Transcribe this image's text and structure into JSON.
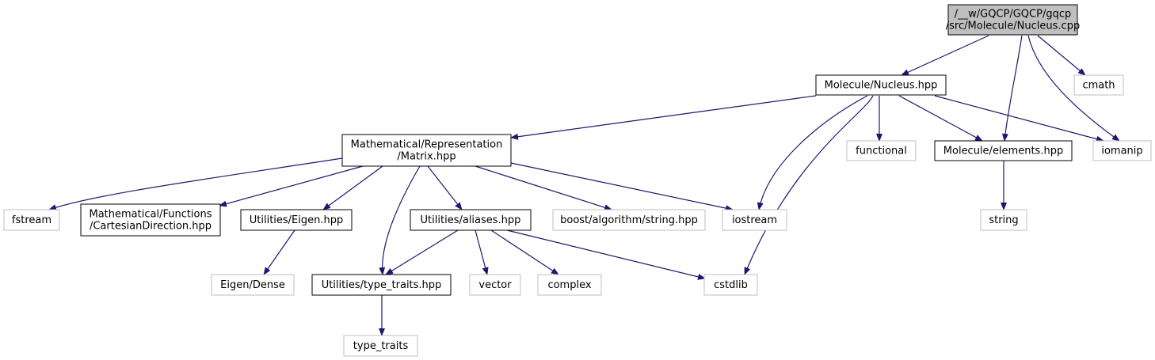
{
  "colors": {
    "edge": "#191970",
    "root_fill": "#bfbfbf",
    "node_border": "#000000",
    "external_border": "#bfbfbf",
    "text": "#000000",
    "background": "#ffffff"
  },
  "nodes": [
    {
      "id": "nucleus_cpp",
      "lines": [
        "/__w/GQCP/GQCP/gqcp",
        "/src/Molecule/Nucleus.cpp"
      ],
      "kind": "root"
    },
    {
      "id": "nucleus_hpp",
      "lines": [
        "Molecule/Nucleus.hpp"
      ],
      "kind": "project"
    },
    {
      "id": "cmath",
      "lines": [
        "cmath"
      ],
      "kind": "external"
    },
    {
      "id": "matrix_hpp",
      "lines": [
        "Mathematical/Representation",
        "/Matrix.hpp"
      ],
      "kind": "project"
    },
    {
      "id": "functional",
      "lines": [
        "functional"
      ],
      "kind": "external"
    },
    {
      "id": "elements_hpp",
      "lines": [
        "Molecule/elements.hpp"
      ],
      "kind": "project"
    },
    {
      "id": "iomanip",
      "lines": [
        "iomanip"
      ],
      "kind": "external"
    },
    {
      "id": "fstream",
      "lines": [
        "fstream"
      ],
      "kind": "external"
    },
    {
      "id": "cartesian_hpp",
      "lines": [
        "Mathematical/Functions",
        "/CartesianDirection.hpp"
      ],
      "kind": "project"
    },
    {
      "id": "eigen_hpp",
      "lines": [
        "Utilities/Eigen.hpp"
      ],
      "kind": "project"
    },
    {
      "id": "aliases_hpp",
      "lines": [
        "Utilities/aliases.hpp"
      ],
      "kind": "project"
    },
    {
      "id": "boost_string",
      "lines": [
        "boost/algorithm/string.hpp"
      ],
      "kind": "external"
    },
    {
      "id": "iostream",
      "lines": [
        "iostream"
      ],
      "kind": "external"
    },
    {
      "id": "string",
      "lines": [
        "string"
      ],
      "kind": "external"
    },
    {
      "id": "eigen_dense",
      "lines": [
        "Eigen/Dense"
      ],
      "kind": "external"
    },
    {
      "id": "type_traits_hpp",
      "lines": [
        "Utilities/type_traits.hpp"
      ],
      "kind": "project"
    },
    {
      "id": "vector",
      "lines": [
        "vector"
      ],
      "kind": "external"
    },
    {
      "id": "complex",
      "lines": [
        "complex"
      ],
      "kind": "external"
    },
    {
      "id": "cstdlib",
      "lines": [
        "cstdlib"
      ],
      "kind": "external"
    },
    {
      "id": "type_traits",
      "lines": [
        "type_traits"
      ],
      "kind": "external"
    }
  ],
  "edges": [
    {
      "from": "nucleus_cpp",
      "to": "nucleus_hpp"
    },
    {
      "from": "nucleus_cpp",
      "to": "elements_hpp"
    },
    {
      "from": "nucleus_cpp",
      "to": "iomanip"
    },
    {
      "from": "nucleus_cpp",
      "to": "cmath"
    },
    {
      "from": "nucleus_hpp",
      "to": "matrix_hpp"
    },
    {
      "from": "nucleus_hpp",
      "to": "iostream"
    },
    {
      "from": "nucleus_hpp",
      "to": "cstdlib"
    },
    {
      "from": "nucleus_hpp",
      "to": "functional"
    },
    {
      "from": "nucleus_hpp",
      "to": "elements_hpp"
    },
    {
      "from": "nucleus_hpp",
      "to": "iomanip"
    },
    {
      "from": "matrix_hpp",
      "to": "fstream"
    },
    {
      "from": "matrix_hpp",
      "to": "cartesian_hpp"
    },
    {
      "from": "matrix_hpp",
      "to": "eigen_hpp"
    },
    {
      "from": "matrix_hpp",
      "to": "type_traits_hpp"
    },
    {
      "from": "matrix_hpp",
      "to": "aliases_hpp"
    },
    {
      "from": "matrix_hpp",
      "to": "boost_string"
    },
    {
      "from": "matrix_hpp",
      "to": "iostream"
    },
    {
      "from": "elements_hpp",
      "to": "string"
    },
    {
      "from": "eigen_hpp",
      "to": "eigen_dense"
    },
    {
      "from": "aliases_hpp",
      "to": "type_traits_hpp"
    },
    {
      "from": "aliases_hpp",
      "to": "vector"
    },
    {
      "from": "aliases_hpp",
      "to": "complex"
    },
    {
      "from": "aliases_hpp",
      "to": "cstdlib"
    },
    {
      "from": "type_traits_hpp",
      "to": "type_traits"
    }
  ]
}
